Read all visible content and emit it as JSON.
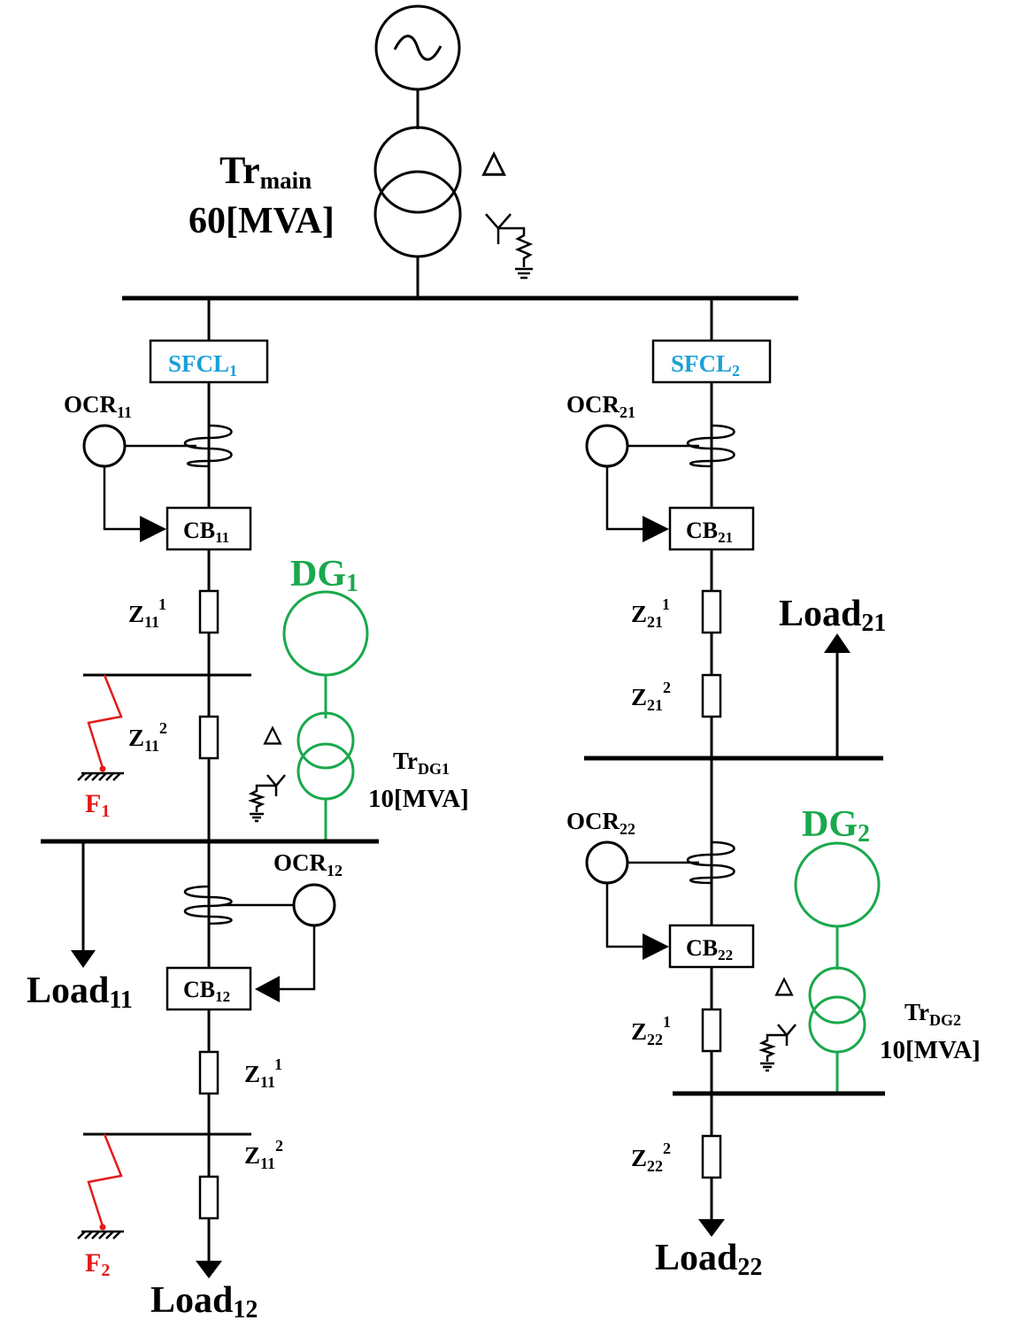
{
  "colors": {
    "line": "#000000",
    "sfcl_text": "#1a9fd8",
    "dg": "#1aa84c",
    "fault": "#e21b1b"
  },
  "main_transformer": {
    "label": "Tr",
    "label_sub": "main",
    "rating": "60[MVA]",
    "delta_symbol": "△",
    "source_icon": "ac-source-icon"
  },
  "feeder1": {
    "sfcl": {
      "label": "SFCL",
      "sub": "1"
    },
    "ocr11": {
      "label": "OCR",
      "sub": "11"
    },
    "cb11": {
      "label": "CB",
      "sub": "11"
    },
    "z11_1_top": {
      "label": "Z",
      "sub": "11",
      "sup": "1"
    },
    "z11_2_top": {
      "label": "Z",
      "sub": "11",
      "sup": "2"
    },
    "f1": {
      "label": "F",
      "sub": "1"
    },
    "dg1": {
      "label": "DG",
      "sub": "1"
    },
    "tr_dg1": {
      "label": "Tr",
      "sub": "DG1",
      "rating": "10[MVA]",
      "delta_symbol": "△"
    },
    "load11": {
      "label": "Load",
      "sub": "11"
    },
    "ocr12": {
      "label": "OCR",
      "sub": "12"
    },
    "cb12": {
      "label": "CB",
      "sub": "12"
    },
    "z11_1_bottom": {
      "label": "Z",
      "sub": "11",
      "sup": "1"
    },
    "z11_2_bottom": {
      "label": "Z",
      "sub": "11",
      "sup": "2"
    },
    "f2": {
      "label": "F",
      "sub": "2"
    },
    "load12": {
      "label": "Load",
      "sub": "12"
    }
  },
  "feeder2": {
    "sfcl": {
      "label": "SFCL",
      "sub": "2"
    },
    "ocr21": {
      "label": "OCR",
      "sub": "21"
    },
    "cb21": {
      "label": "CB",
      "sub": "21"
    },
    "z21_1": {
      "label": "Z",
      "sub": "21",
      "sup": "1"
    },
    "z21_2": {
      "label": "Z",
      "sub": "21",
      "sup": "2"
    },
    "load21": {
      "label": "Load",
      "sub": "21"
    },
    "ocr22": {
      "label": "OCR",
      "sub": "22"
    },
    "cb22": {
      "label": "CB",
      "sub": "22"
    },
    "dg2": {
      "label": "DG",
      "sub": "2"
    },
    "tr_dg2": {
      "label": "Tr",
      "sub": "DG2",
      "rating": "10[MVA]",
      "delta_symbol": "△"
    },
    "z22_1": {
      "label": "Z",
      "sub": "22",
      "sup": "1"
    },
    "z22_2": {
      "label": "Z",
      "sub": "22",
      "sup": "2"
    },
    "load22": {
      "label": "Load",
      "sub": "22"
    }
  }
}
